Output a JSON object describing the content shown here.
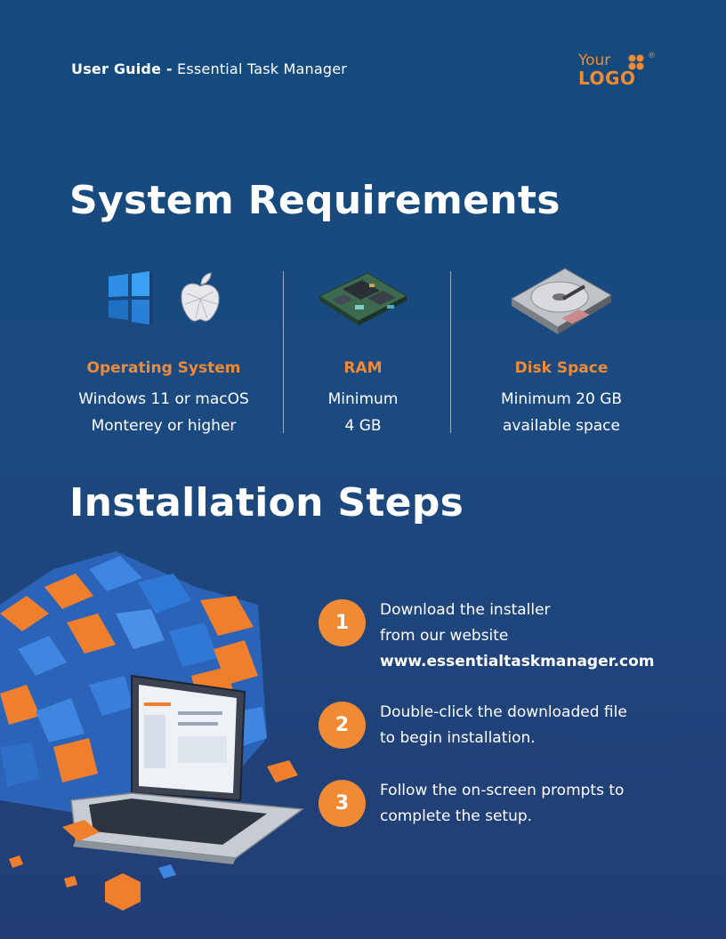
{
  "header": {
    "title_bold": "User Guide -",
    "title_rest": " Essential Task Manager",
    "logo_line1": "Your",
    "logo_line2": "LOGO",
    "logo_reg": "®"
  },
  "colors": {
    "accent": "#f08a34",
    "background": "#1b4a80",
    "text": "#ffffff"
  },
  "system_requirements": {
    "heading": "System Requirements",
    "items": [
      {
        "icons": [
          "windows-icon",
          "apple-icon"
        ],
        "title": "Operating System",
        "line1": "Windows 11 or macOS",
        "line2": "Monterey or higher"
      },
      {
        "icons": [
          "memory-module-icon"
        ],
        "title": "RAM",
        "line1": "Minimum",
        "line2": "4 GB"
      },
      {
        "icons": [
          "hard-drive-icon"
        ],
        "title": "Disk Space",
        "line1": "Minimum 20 GB",
        "line2": "available space"
      }
    ]
  },
  "installation": {
    "heading": "Installation Steps",
    "steps": [
      {
        "number": "1",
        "line1": "Download the installer",
        "line2": "from our website",
        "url": "www.essentialtaskmanager.com"
      },
      {
        "number": "2",
        "line1": "Double-click the downloaded file",
        "line2": "to begin installation."
      },
      {
        "number": "3",
        "line1": "Follow the on-screen prompts to",
        "line2": "complete the setup."
      }
    ]
  }
}
